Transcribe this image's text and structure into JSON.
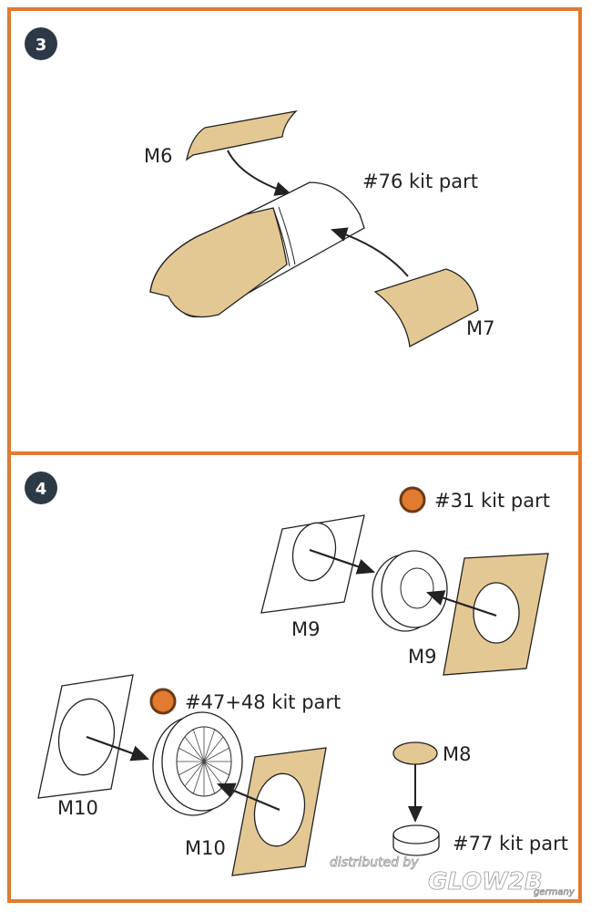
{
  "colors": {
    "frame": "#e07b30",
    "tan": "#e4c894",
    "badge": "#2c3a47",
    "line": "#222222"
  },
  "step3": {
    "number": "3",
    "labels": {
      "m6": "M6",
      "kit76": "#76 kit part",
      "m7": "M7"
    }
  },
  "step4": {
    "number": "4",
    "labels": {
      "kit31": "#31 kit part",
      "m9_left": "M9",
      "m9_right": "M9",
      "kit4748": "#47+48 kit part",
      "m10_left": "M10",
      "m10_right": "M10",
      "m8": "M8",
      "kit77": "#77 kit part"
    },
    "icons": [
      "remove-part-icon",
      "remove-part-icon"
    ]
  },
  "watermark": {
    "line1": "distributed by",
    "line2": "GLOW2B",
    "line3": "germany"
  }
}
